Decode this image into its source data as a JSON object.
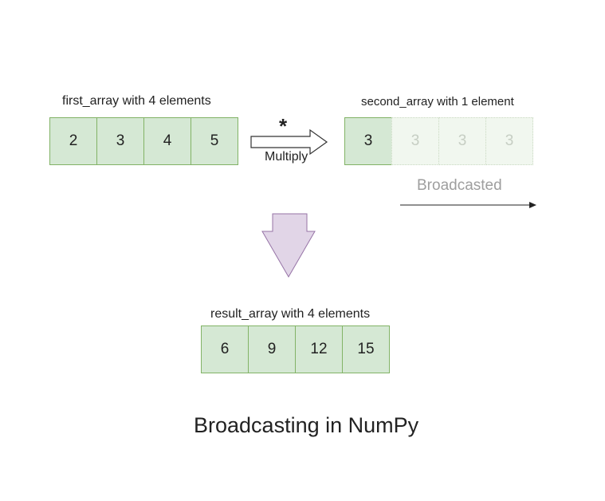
{
  "colors": {
    "cell_fill": "#d5e8d4",
    "cell_border": "#82b366",
    "ghost_fill": "#f1f7ef",
    "ghost_text": "#c6cec3",
    "down_arrow_fill": "#e1d5e7",
    "down_arrow_border": "#9673a6"
  },
  "first_array": {
    "label": "first_array with 4 elements",
    "values": [
      "2",
      "3",
      "4",
      "5"
    ]
  },
  "operation": {
    "symbol": "*",
    "label": "Multiply"
  },
  "second_array": {
    "label": "second_array with 1 element",
    "value": "3",
    "broadcast_values": [
      "3",
      "3",
      "3"
    ],
    "broadcast_label": "Broadcasted"
  },
  "result_array": {
    "label": "result_array with 4 elements",
    "values": [
      "6",
      "9",
      "12",
      "15"
    ]
  },
  "caption": "Broadcasting in NumPy"
}
